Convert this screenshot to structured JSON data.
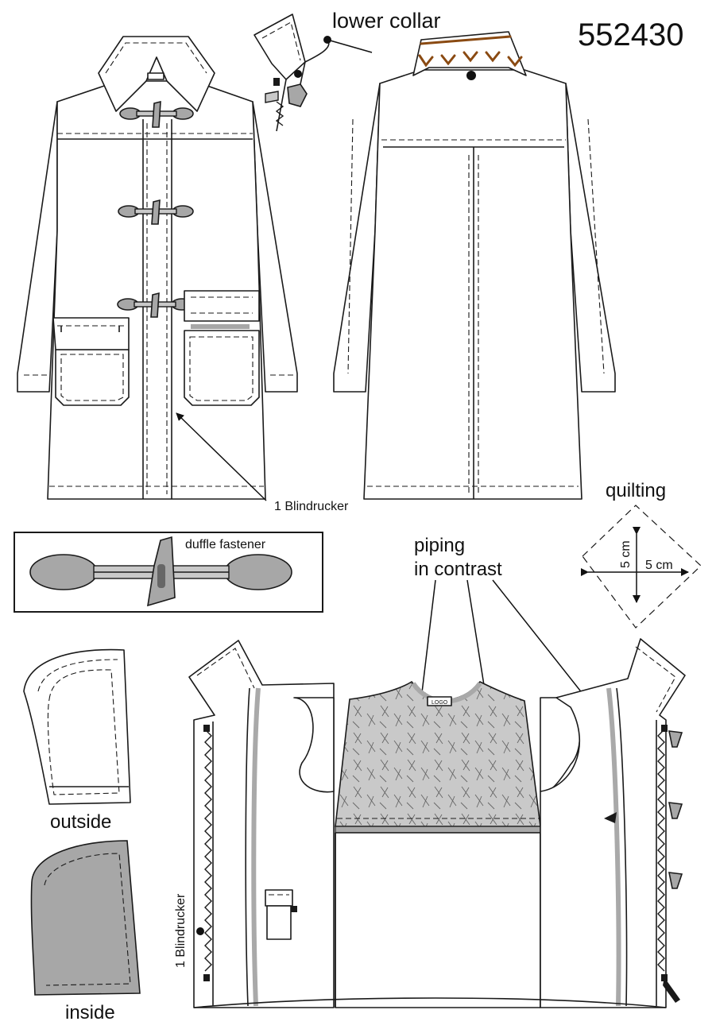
{
  "pattern_number": "552430",
  "labels": {
    "lower_collar": "lower collar",
    "blindrucker_front": "1 Blindrucker",
    "duffle_fastener": "duffle fastener",
    "piping_line1": "piping",
    "piping_line2": "in contrast",
    "quilting": "quilting",
    "dim_vertical": "5 cm",
    "dim_horizontal": "5 cm",
    "outside": "outside",
    "inside": "inside",
    "blindrucker_inside": "1 Blindrucker",
    "lining_tag": "LOGO"
  },
  "colors": {
    "outline": "#1a1a1a",
    "fastener_grey": "#a7a7a7",
    "lining_grey": "#c9c9c9",
    "collar_stitch_brown": "#8a4a12",
    "background": "#ffffff"
  }
}
